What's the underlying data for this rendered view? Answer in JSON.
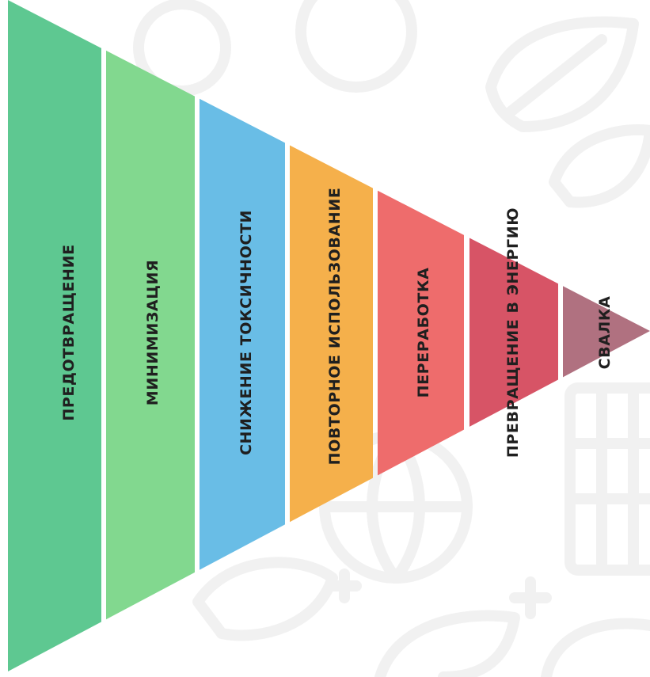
{
  "diagram": {
    "tiers": [
      {
        "label": "ПРЕДОТВРАЩЕНИЕ",
        "color": "#5ec891"
      },
      {
        "label": "МИНИМИЗАЦИЯ",
        "color": "#82d88f"
      },
      {
        "label": "СНИЖЕНИЕ ТОКСИЧНОСТИ",
        "color": "#69bde6"
      },
      {
        "label": "ПОВТОРНОЕ ИСПОЛЬЗОВАНИЕ",
        "color": "#f5b04b"
      },
      {
        "label": "ПЕРЕРАБОТКА",
        "color": "#ee6c6c"
      },
      {
        "label": "ПРЕВРАЩЕНИЕ В ЭНЕРГИЮ",
        "color": "#d75466"
      },
      {
        "label": "СВАЛКА",
        "color": "#b07180"
      }
    ]
  }
}
